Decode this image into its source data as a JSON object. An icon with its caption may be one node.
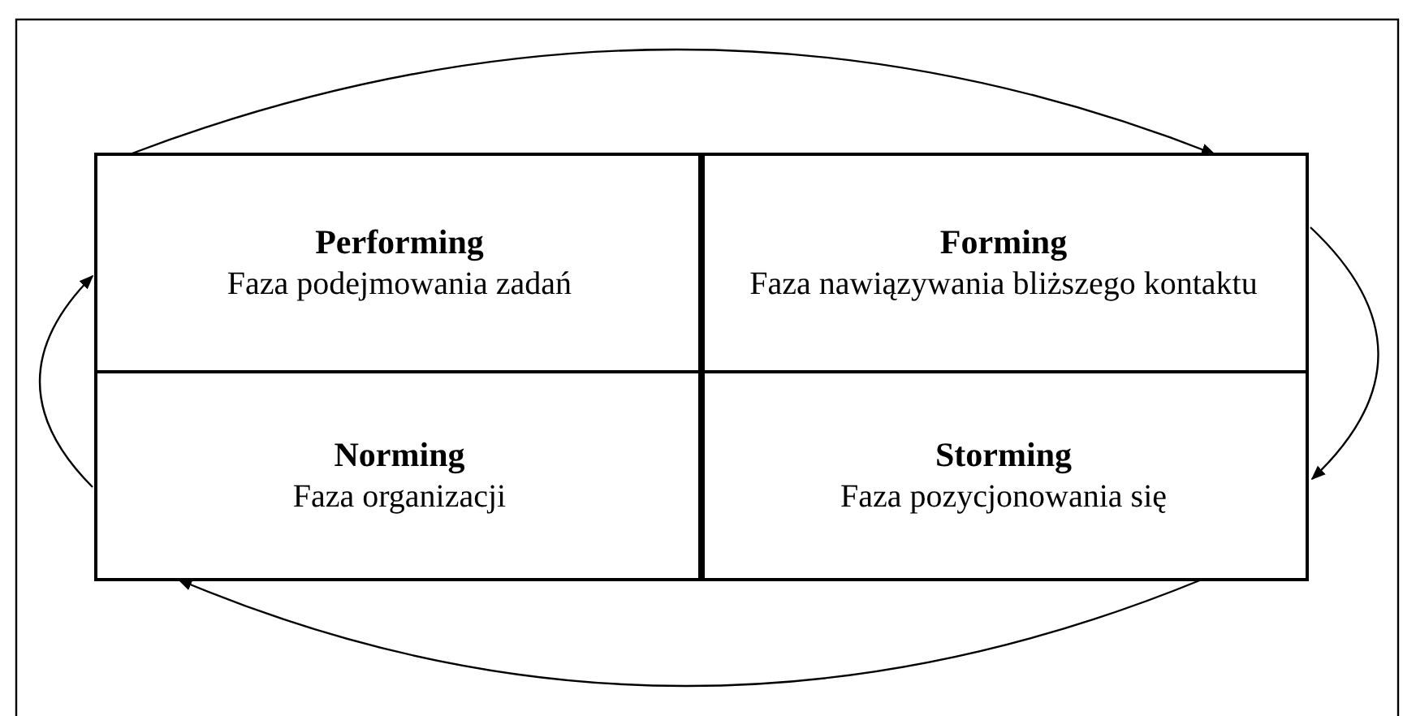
{
  "diagram": {
    "nodes": [
      {
        "text": [
          "Performing",
          "Faza podejmowania zadań"
        ]
      },
      {
        "text": [
          "Forming",
          "Faza nawiązywania bliższego kontaktu"
        ]
      },
      {
        "text": [
          "Norming",
          "Faza organizacji"
        ]
      },
      {
        "text": [
          "Storming",
          "Faza pozycjonowania się"
        ]
      }
    ],
    "edges": [
      {
        "from": 0,
        "to": 1,
        "arrow": "to"
      },
      {
        "from": 1,
        "to": 3,
        "arrow": "to"
      },
      {
        "from": 3,
        "to": 2,
        "arrow": "to"
      },
      {
        "from": 2,
        "to": 0,
        "arrow": "to"
      }
    ]
  }
}
